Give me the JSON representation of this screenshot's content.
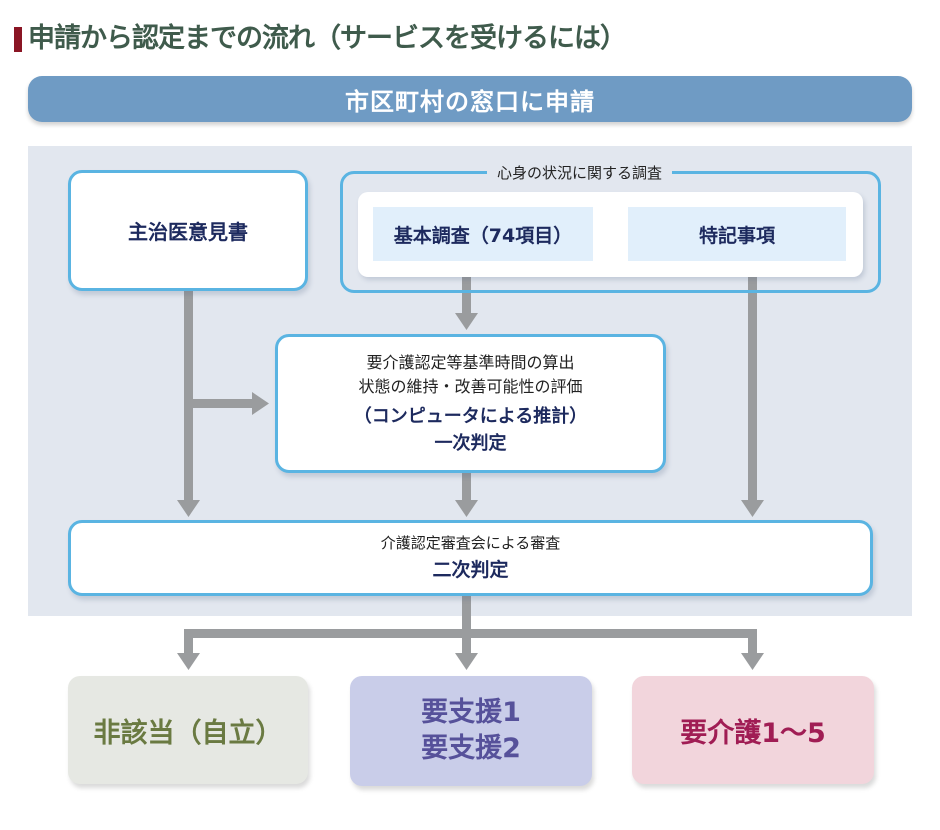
{
  "title": "申請から認定までの流れ（サービスを受けるには）",
  "banner": "市区町村の窓口に申請",
  "doctor_opinion": "主治医意見書",
  "survey": {
    "label": "心身の状況に関する調査",
    "basic": "基本調査（74項目）",
    "notes": "特記事項"
  },
  "primary": {
    "line1": "要介護認定等基準時間の算出",
    "line2": "状態の維持・改善可能性の評価",
    "line3": "（コンピュータによる推計）",
    "line4": "一次判定"
  },
  "secondary": {
    "line1": "介護認定審査会による審査",
    "line2": "二次判定"
  },
  "results": {
    "not_applicable": "非該当（自立）",
    "support_1": "要支援1",
    "support_2": "要支援2",
    "care": "要介護1～5"
  },
  "colors": {
    "title_accent": "#8a1524",
    "title_text": "#3f5b4c",
    "banner": "#6f9bc4",
    "panel": "#e2e7ef",
    "box_border": "#5ab4e2",
    "arrow": "#9a9c9e",
    "not_applicable_bg": "#e6e8e3",
    "support_bg": "#c9cde9",
    "care_bg": "#f2d5dc"
  }
}
